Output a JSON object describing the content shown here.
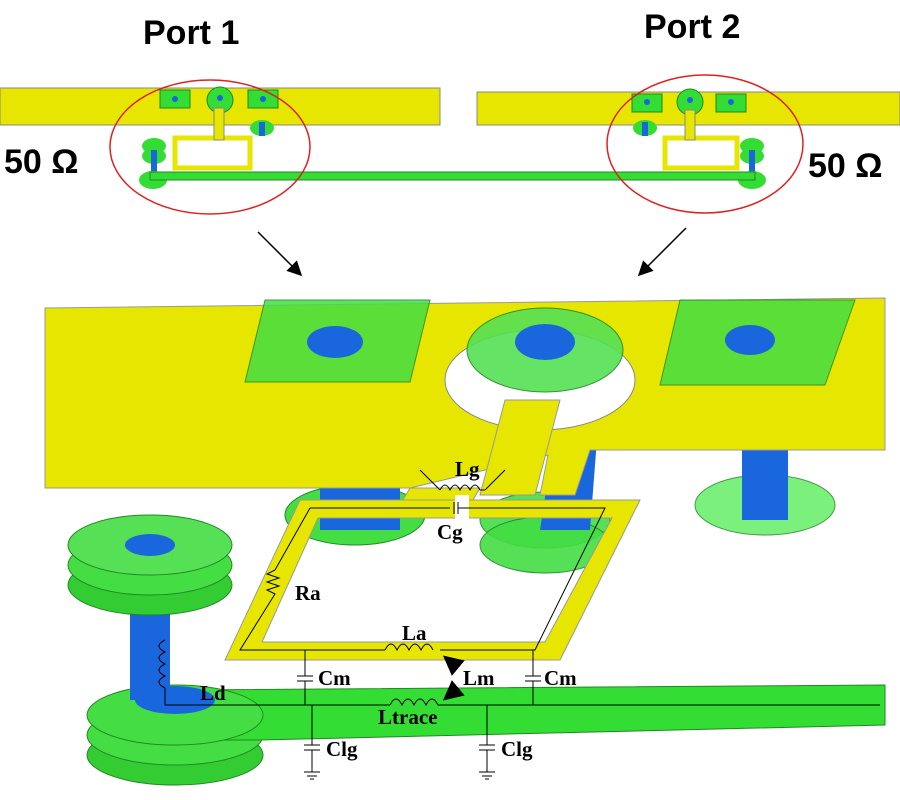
{
  "top_view": {
    "port1_label": "Port 1",
    "port2_label": "Port 2",
    "left_impedance": "50 Ω",
    "right_impedance": "50 Ω"
  },
  "circuit_labels": {
    "lg": "Lg",
    "cg": "Cg",
    "ra": "Ra",
    "la": "La",
    "lm": "Lm",
    "cm_left": "Cm",
    "cm_right": "Cm",
    "ld": "Ld",
    "ltrace": "Ltrace",
    "clg_left": "Clg",
    "clg_right": "Clg"
  },
  "colors": {
    "yellow": "#e6e600",
    "green": "#33dd33",
    "blue": "#1a66dd",
    "red": "#dd2222"
  }
}
